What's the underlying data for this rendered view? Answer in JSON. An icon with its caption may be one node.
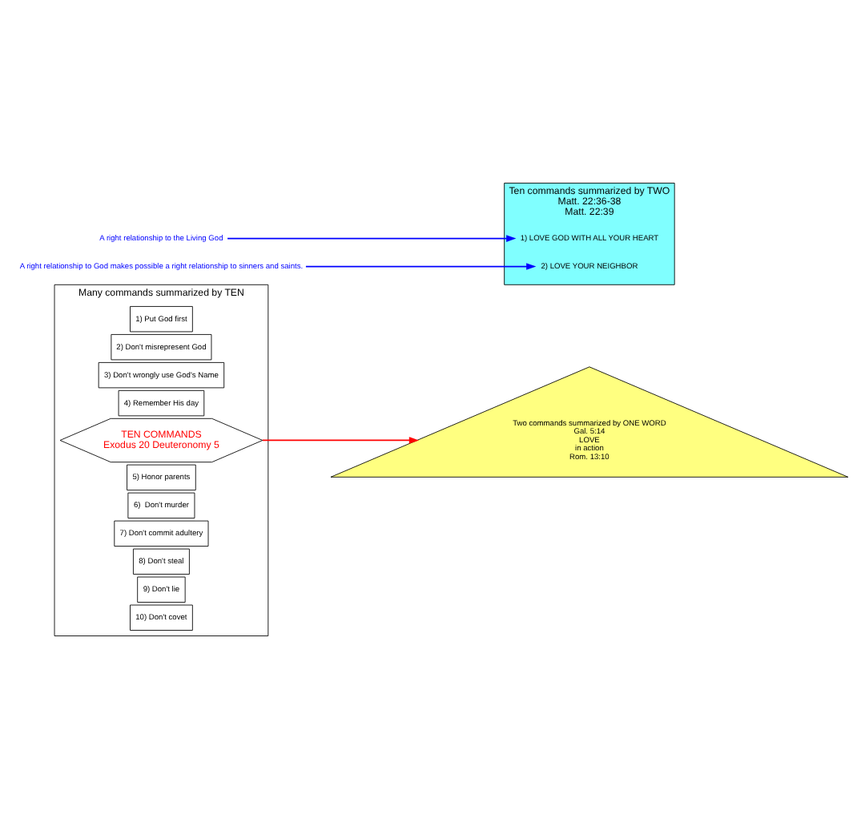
{
  "diagram": {
    "nodes": [
      {
        "text": [
          "Many commands summarized by TEN"
        ]
      },
      {
        "text": [
          "1) Put God first"
        ],
        "in": 0
      },
      {
        "text": [
          "2) Don't misrepresent God"
        ],
        "in": 0
      },
      {
        "text": [
          "3) Don't wrongly use God's Name"
        ],
        "in": 0
      },
      {
        "text": [
          "4) Remember His day"
        ],
        "in": 0
      },
      {
        "text": [
          "TEN COMMANDS",
          "Exodus 20 Deuteronomy 5"
        ],
        "in": 0
      },
      {
        "text": [
          "5) Honor parents"
        ],
        "in": 0
      },
      {
        "text": [
          "6)  Don't murder"
        ],
        "in": 0
      },
      {
        "text": [
          "7) Don't commit adultery"
        ],
        "in": 0
      },
      {
        "text": [
          "8) Don't steal"
        ],
        "in": 0
      },
      {
        "text": [
          "9) Don't lie"
        ],
        "in": 0
      },
      {
        "text": [
          "10) Don't covet"
        ],
        "in": 0
      },
      {
        "text": [
          "Ten commands summarized by TWO",
          "Matt. 22:36-38",
          "Matt. 22:39"
        ]
      },
      {
        "text": [
          "1) LOVE GOD WITH ALL YOUR HEART"
        ],
        "in": 12
      },
      {
        "text": [
          "2) LOVE YOUR NEIGHBOR"
        ],
        "in": 12
      },
      {
        "text": [
          "Two commands summarized by ONE WORD",
          "Gal. 5:14",
          "LOVE",
          "in action",
          "Rom. 13:10"
        ]
      },
      {
        "text": [
          "A right relationship to the Living God"
        ]
      },
      {
        "text": [
          "A right relationship to God makes possible a right relationship to sinners and saints."
        ]
      }
    ],
    "edges": [
      {
        "from": 5,
        "to": 15,
        "arrow": "to",
        "color": "#ff0000"
      },
      {
        "from": 16,
        "to": 13,
        "arrow": "to"
      },
      {
        "from": 17,
        "to": 14,
        "arrow": "to"
      }
    ]
  }
}
